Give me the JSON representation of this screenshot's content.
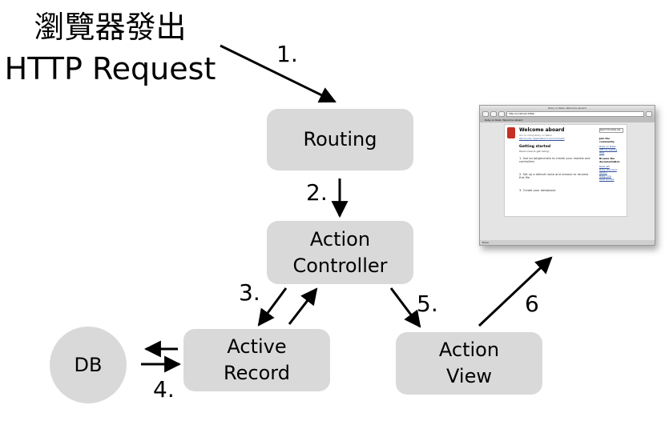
{
  "title": {
    "line1": "瀏覽器發出",
    "line2": "HTTP Request"
  },
  "nodes": {
    "routing": "Routing",
    "controller_line1": "Action",
    "controller_line2": "Controller",
    "record_line1": "Active",
    "record_line2": "Record",
    "view_line1": "Action",
    "view_line2": "View",
    "db": "DB"
  },
  "steps": {
    "s1": "1.",
    "s2": "2.",
    "s3": "3.",
    "s4": "4.",
    "s5": "5.",
    "s6": "6"
  },
  "browser": {
    "window_title": "Ruby on Rails: Welcome aboard",
    "url": "http://localhost:3000/",
    "tab": "Ruby on Rails: Welcome aboard",
    "heading": "Welcome aboard",
    "subheading": "You're riding Ruby on Rails!",
    "env_link": "About your application's environment",
    "getting_started": "Getting started",
    "getting_started_sub": "Here's how to get rolling:",
    "step1": "1. Use script/generate to create your models and controllers",
    "step2": "2. Set up a default route and remove or rename this file",
    "step3": "3. Create your databases",
    "search_btn": "Search the Rails site",
    "join": "Join the community",
    "join_links": [
      "Ruby on Rails",
      "Official weblog",
      "Wiki"
    ],
    "browse": "Browse the documentation",
    "browse_links": [
      "Rails API",
      "Ruby standard library",
      "Ruby core",
      "Rails Guides"
    ],
    "status": "Done"
  },
  "colors": {
    "node_fill": "#d9d9d9",
    "arrow": "#000000",
    "rails_red": "#c52f24"
  }
}
